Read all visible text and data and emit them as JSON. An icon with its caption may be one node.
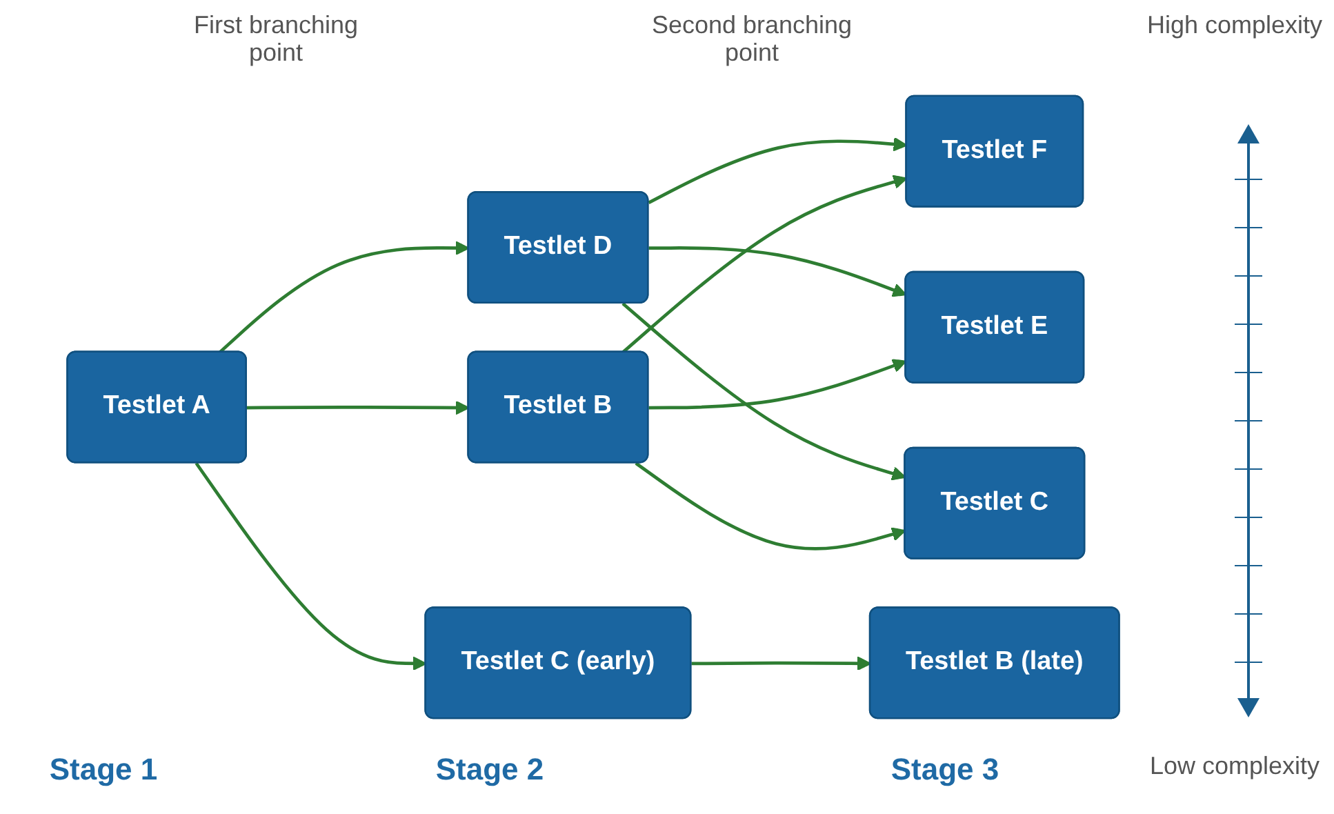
{
  "diagram": {
    "nodes": [
      {
        "text": [
          "Testlet A"
        ]
      },
      {
        "text": [
          "Testlet D"
        ]
      },
      {
        "text": [
          "Testlet B"
        ]
      },
      {
        "text": [
          "Testlet C (early)"
        ]
      },
      {
        "text": [
          "Testlet F"
        ]
      },
      {
        "text": [
          "Testlet E"
        ]
      },
      {
        "text": [
          "Testlet C"
        ]
      },
      {
        "text": [
          "Testlet B (late)"
        ]
      }
    ],
    "edges": [
      {
        "from": 0,
        "to": 1,
        "arrow": "to"
      },
      {
        "from": 0,
        "to": 2,
        "arrow": "to"
      },
      {
        "from": 0,
        "to": 3,
        "arrow": "to"
      },
      {
        "from": 1,
        "to": 4,
        "arrow": "to"
      },
      {
        "from": 1,
        "to": 5,
        "arrow": "to"
      },
      {
        "from": 1,
        "to": 6,
        "arrow": "to"
      },
      {
        "from": 2,
        "to": 4,
        "arrow": "to"
      },
      {
        "from": 2,
        "to": 5,
        "arrow": "to"
      },
      {
        "from": 2,
        "to": 6,
        "arrow": "to"
      },
      {
        "from": 3,
        "to": 7,
        "arrow": "to"
      }
    ],
    "labels": [
      "First branching point",
      "Second branching point",
      "High complexity",
      "Stage 1",
      "Stage 2",
      "Stage 3",
      "Low complexity"
    ]
  }
}
